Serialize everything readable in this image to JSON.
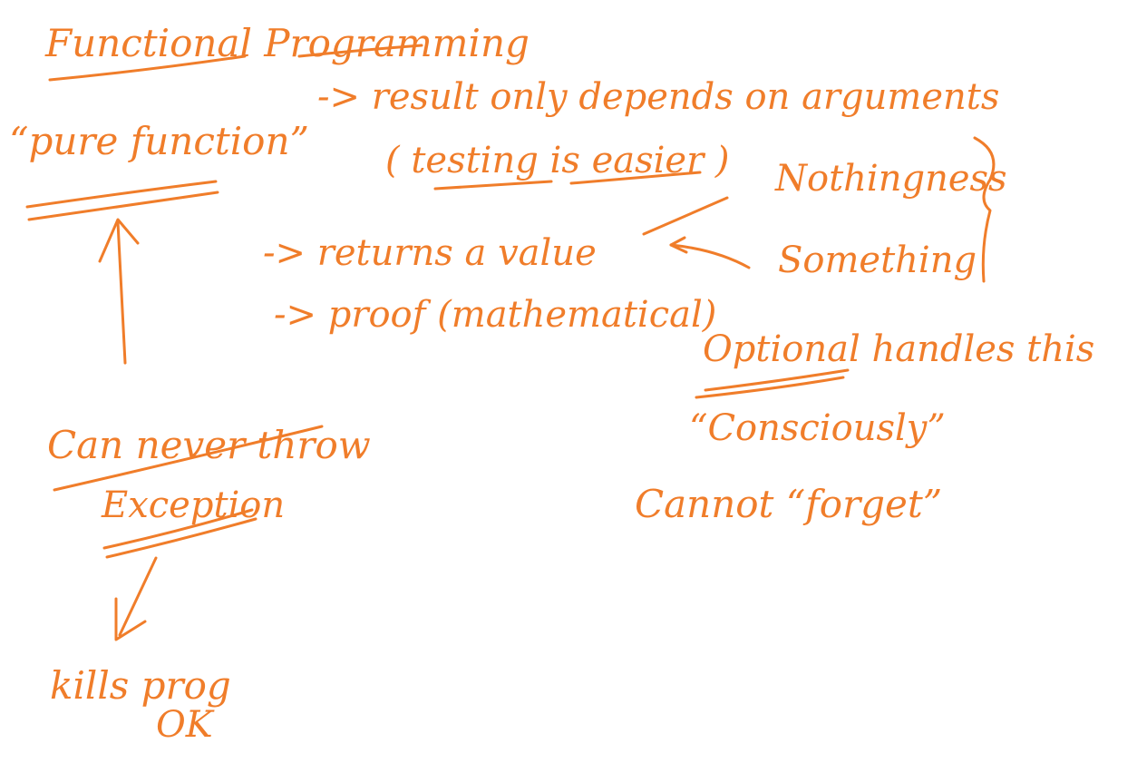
{
  "ink_color": "#f07d2a",
  "background": "#ffffff",
  "notes": {
    "title": "Functional Programming",
    "pure_function": "“pure function”",
    "result_depends": "-> result only depends on arguments",
    "testing_easier": "( testing is easier )",
    "returns_value": "-> returns a value",
    "proof": "-> proof (mathematical)",
    "nothingness": "Nothingness",
    "something": "Something",
    "optional_handles": "Optional handles this",
    "consciously": "“Consciously”",
    "cannot_forget": "Cannot “forget”",
    "can_never_throw": "Can never throw",
    "exception": "Exception",
    "kills_prog": "kills prog",
    "ok": "OK"
  }
}
